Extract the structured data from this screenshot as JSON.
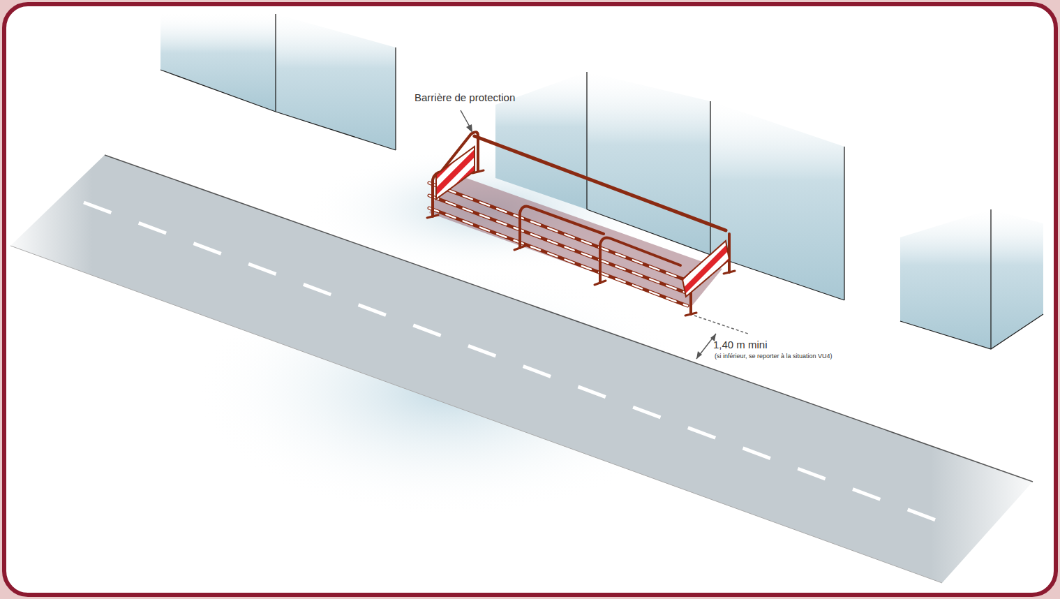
{
  "diagram": {
    "labels": [
      "Barrière de protection",
      "1,40 m mini",
      "(si inférieur, se reporter à la situation VU4)"
    ]
  }
}
